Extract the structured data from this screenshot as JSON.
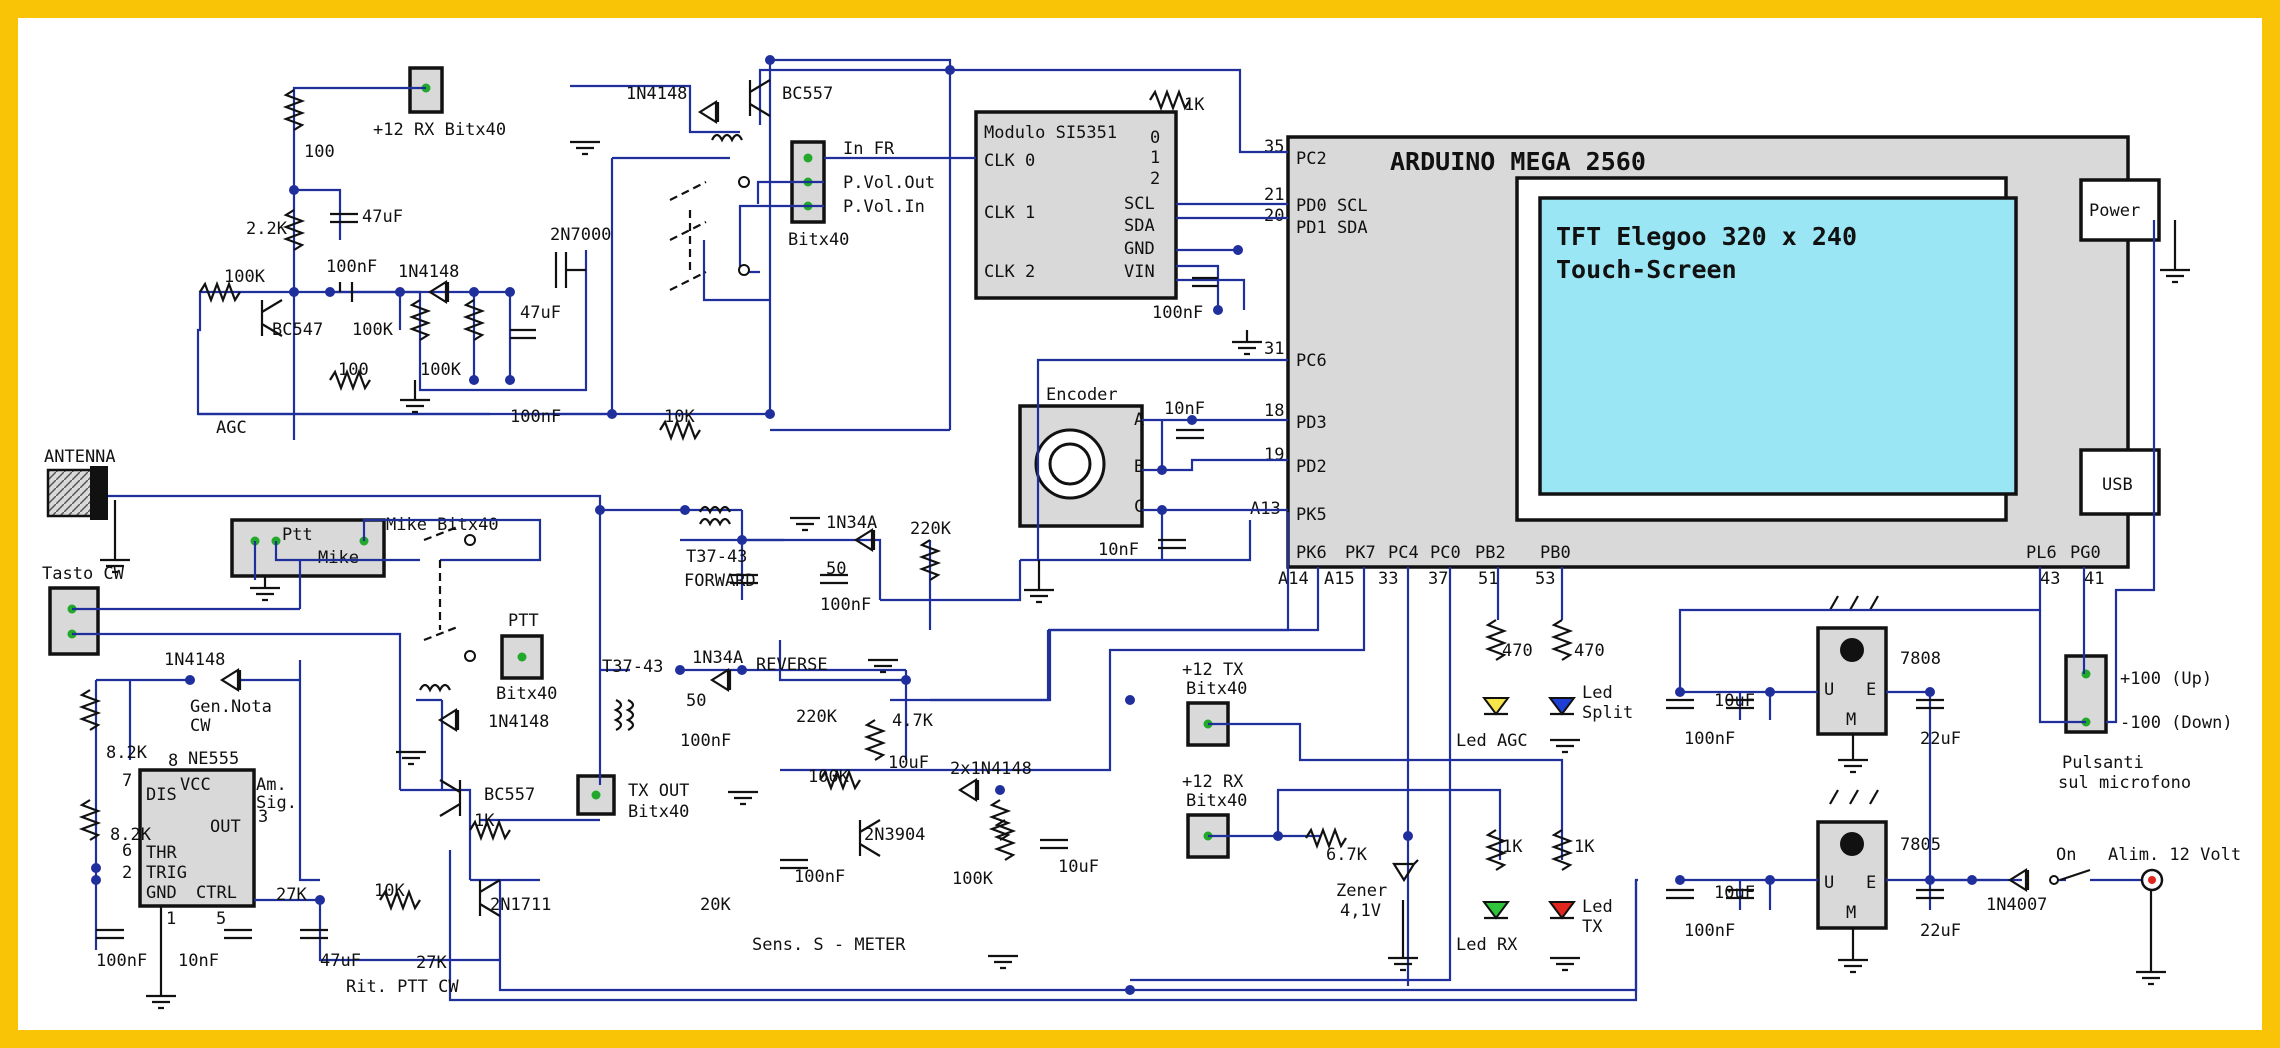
{
  "colors": {
    "frame": "#f9c406",
    "wire": "#1f2f9c",
    "component": "#111111",
    "module_fill": "#d9d9d9",
    "screen": "#9be6f4",
    "pin": "#22a82a",
    "led_yellow": "#f5e44a",
    "led_blue": "#1d3fd6",
    "led_green": "#2fc43b",
    "led_red": "#e0261d"
  },
  "arduino": {
    "title": "ARDUINO MEGA 2560",
    "power": "Power",
    "usb": "USB",
    "screen_line1": "TFT Elegoo 320 x 240",
    "screen_line2": "Touch-Screen",
    "left_pins": [
      {
        "num": "35",
        "name": "PC2"
      },
      {
        "num": "21",
        "name": "PD0  SCL"
      },
      {
        "num": "20",
        "name": "PD1  SDA"
      },
      {
        "num": "31",
        "name": "PC6"
      },
      {
        "num": "18",
        "name": "PD3"
      },
      {
        "num": "19",
        "name": "PD2"
      },
      {
        "num": "A13",
        "name": "PK5"
      }
    ],
    "bottom_names": [
      "PK6",
      "PK7",
      "PC4",
      "PC0",
      "PB2",
      "PB0",
      "PL6",
      "PG0"
    ],
    "bottom_nums": [
      "A14",
      "A15",
      "33",
      "37",
      "51",
      "53",
      "43",
      "41"
    ]
  },
  "si5351": {
    "title": "Modulo SI5351",
    "left": [
      "CLK 0",
      "CLK 1",
      "CLK 2"
    ],
    "right": [
      "0",
      "1",
      "2",
      "SCL",
      "SDA",
      "GND",
      "VIN"
    ]
  },
  "bitx_conn": {
    "pins": [
      "In FR",
      "P.Vol.Out",
      "P.Vol.In"
    ],
    "name": "Bitx40"
  },
  "ne555": {
    "name": "NE555",
    "pins": [
      "DIS",
      "VCC",
      "THR",
      "TRIG",
      "GND",
      "CTRL",
      "OUT"
    ],
    "numbers": [
      "7",
      "8",
      "6",
      "2",
      "1",
      "5",
      "3"
    ]
  },
  "encoder": {
    "name": "Encoder",
    "pins": [
      "A",
      "B",
      "C"
    ]
  },
  "regulators": [
    {
      "name": "7808",
      "pins": [
        "U",
        "E",
        "M"
      ]
    },
    {
      "name": "7805",
      "pins": [
        "U",
        "E",
        "M"
      ]
    }
  ],
  "labels": {
    "rx12": "+12 RX Bitx40",
    "tx12_a": "+12 TX",
    "tx12_b": "Bitx40",
    "rx12b_a": "+12 RX",
    "rx12b_b": "Bitx40",
    "antenna": "ANTENNA",
    "tasto": "Tasto CW",
    "ptt_box": "Ptt",
    "mike_box": "Mike",
    "mike_bitx": "Mike Bitx40",
    "ptt": "PTT",
    "ptt_bitx": "Bitx40",
    "txout_a": "TX OUT",
    "txout_b": "Bitx40",
    "agc": "AGC",
    "forward": "FORWARD",
    "reverse": "REVERSE",
    "t3743a": "T37-43",
    "t3743b": "T37-43",
    "smeter": "Sens. S - METER",
    "ritptt": "Rit. PTT CW",
    "gennota_a": "Gen.Nota",
    "gennota_b": "CW",
    "amsig_a": "Am.",
    "amsig_b": "Sig.",
    "zener_a": "Zener",
    "zener_b": "4,1V",
    "led_agc": "Led AGC",
    "led_split_a": "Led",
    "led_split_b": "Split",
    "led_rx": "Led RX",
    "led_tx_a": "Led",
    "led_tx_b": "TX",
    "puls_up": "+100 (Up)",
    "puls_down": "-100 (Down)",
    "puls_a": "Pulsanti",
    "puls_b": "sul microfono",
    "on": "On",
    "alim": "Alim. 12 Volt"
  },
  "parts": {
    "r100a": "100",
    "r22k": "2.2K",
    "c47a": "47uF",
    "r100kb": "100K",
    "c100nf_a": "100nF",
    "d1n4148_a": "1N4148",
    "c47b": "47uF",
    "bc547": "BC547",
    "r100kc": "100K",
    "r100kd": "100K",
    "r100e": "100",
    "c100nf_b": "100nF",
    "r10ka": "10K",
    "d1n4148_top": "1N4148",
    "bc557_top": "BC557",
    "r1k_top": "1K",
    "q2n7000": "2N7000",
    "c100nf_si": "100nF",
    "c10nf_a": "10nF",
    "c10nf_b": "10nF",
    "d1n34a_a": "1N34A",
    "r220k_a": "220K",
    "r50_a": "50",
    "c100nf_c": "100nF",
    "d1n34a_b": "1N34A",
    "r50_b": "50",
    "c100nf_d": "100nF",
    "r220k_b": "220K",
    "d1n4148_ptt": "1N4148",
    "bc557_b": "BC557",
    "r1k_b": "1K",
    "r10kb": "10K",
    "q2n1711": "2N1711",
    "r27ka": "27K",
    "r27kb": "27K",
    "c47c": "47uF",
    "d1n4148_gen": "1N4148",
    "r82ka": "8.2K",
    "r82kb": "8.2K",
    "c100nf_e": "100nF",
    "c10nf_c": "10nF",
    "r47k": "4.7K",
    "c10uf_a": "10uF",
    "d2x": "2x1N4148",
    "r100kf": "100K",
    "q2n3904": "2N3904",
    "r100kg": "100K",
    "c10uf_b": "10uF",
    "r20k": "20K",
    "c100nf_f": "100nF",
    "r67k": "6.7K",
    "r470a": "470",
    "r470b": "470",
    "r1ka": "1K",
    "r1kb": "1K",
    "c100nf_r1": "100nF",
    "c10uf_r1": "10uF",
    "c22uf_r1": "22uF",
    "c100nf_r2": "100nF",
    "c10uf_r2": "10uF",
    "c22uf_r2": "22uF",
    "d1n4007": "1N4007"
  }
}
